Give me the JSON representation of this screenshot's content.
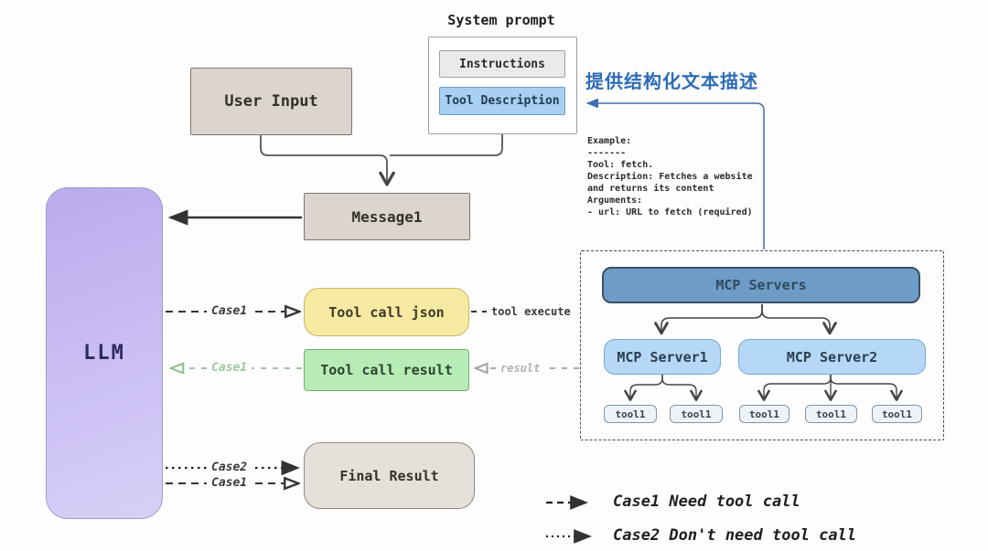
{
  "system_prompt": {
    "title": "System prompt",
    "instructions": "Instructions",
    "tool_description": "Tool Description"
  },
  "annotation": {
    "text": "提供结构化文本描述"
  },
  "example": {
    "lines": [
      "Example:",
      "-------",
      "Tool: fetch.",
      "Description: Fetches a website",
      "and returns its content",
      "Arguments:",
      "- url: URL to fetch (required)"
    ]
  },
  "nodes": {
    "user_input": "User Input",
    "message1": "Message1",
    "llm": "LLM",
    "tool_call_json": "Tool call json",
    "tool_call_result": "Tool call result",
    "final_result": "Final Result"
  },
  "mcp": {
    "header": "MCP Servers",
    "server1": "MCP Server1",
    "server2": "MCP Server2",
    "server1_tools": [
      "tool1",
      "tool1"
    ],
    "server2_tools": [
      "tool1",
      "tool1",
      "tool1"
    ]
  },
  "edges": {
    "case1_to_json": "Case1",
    "case1_to_llm": "Case1",
    "tool_execute": "tool execute",
    "result": "result",
    "case2_to_final": "Case2",
    "case1_to_final": "Case1"
  },
  "legend": {
    "case1": "Case1 Need tool call",
    "case2": "Case2 Don't need tool call"
  },
  "colors": {
    "llm_fill": "#c9bcf1",
    "beige_fill": "#dcd4ce",
    "final_fill": "#e6e0db",
    "json_fill": "#f6e9a1",
    "result_fill": "#b7ecb6",
    "tool_description_fill": "#a8d0f0",
    "mcp_header_fill": "#6d9dc7",
    "server_fill": "#b4d8f6",
    "tool_fill": "#eef3f8",
    "annotation_blue": "#2e6cb8",
    "green_edge": "#8fbf8f",
    "gray_edge": "#9aa39a"
  }
}
